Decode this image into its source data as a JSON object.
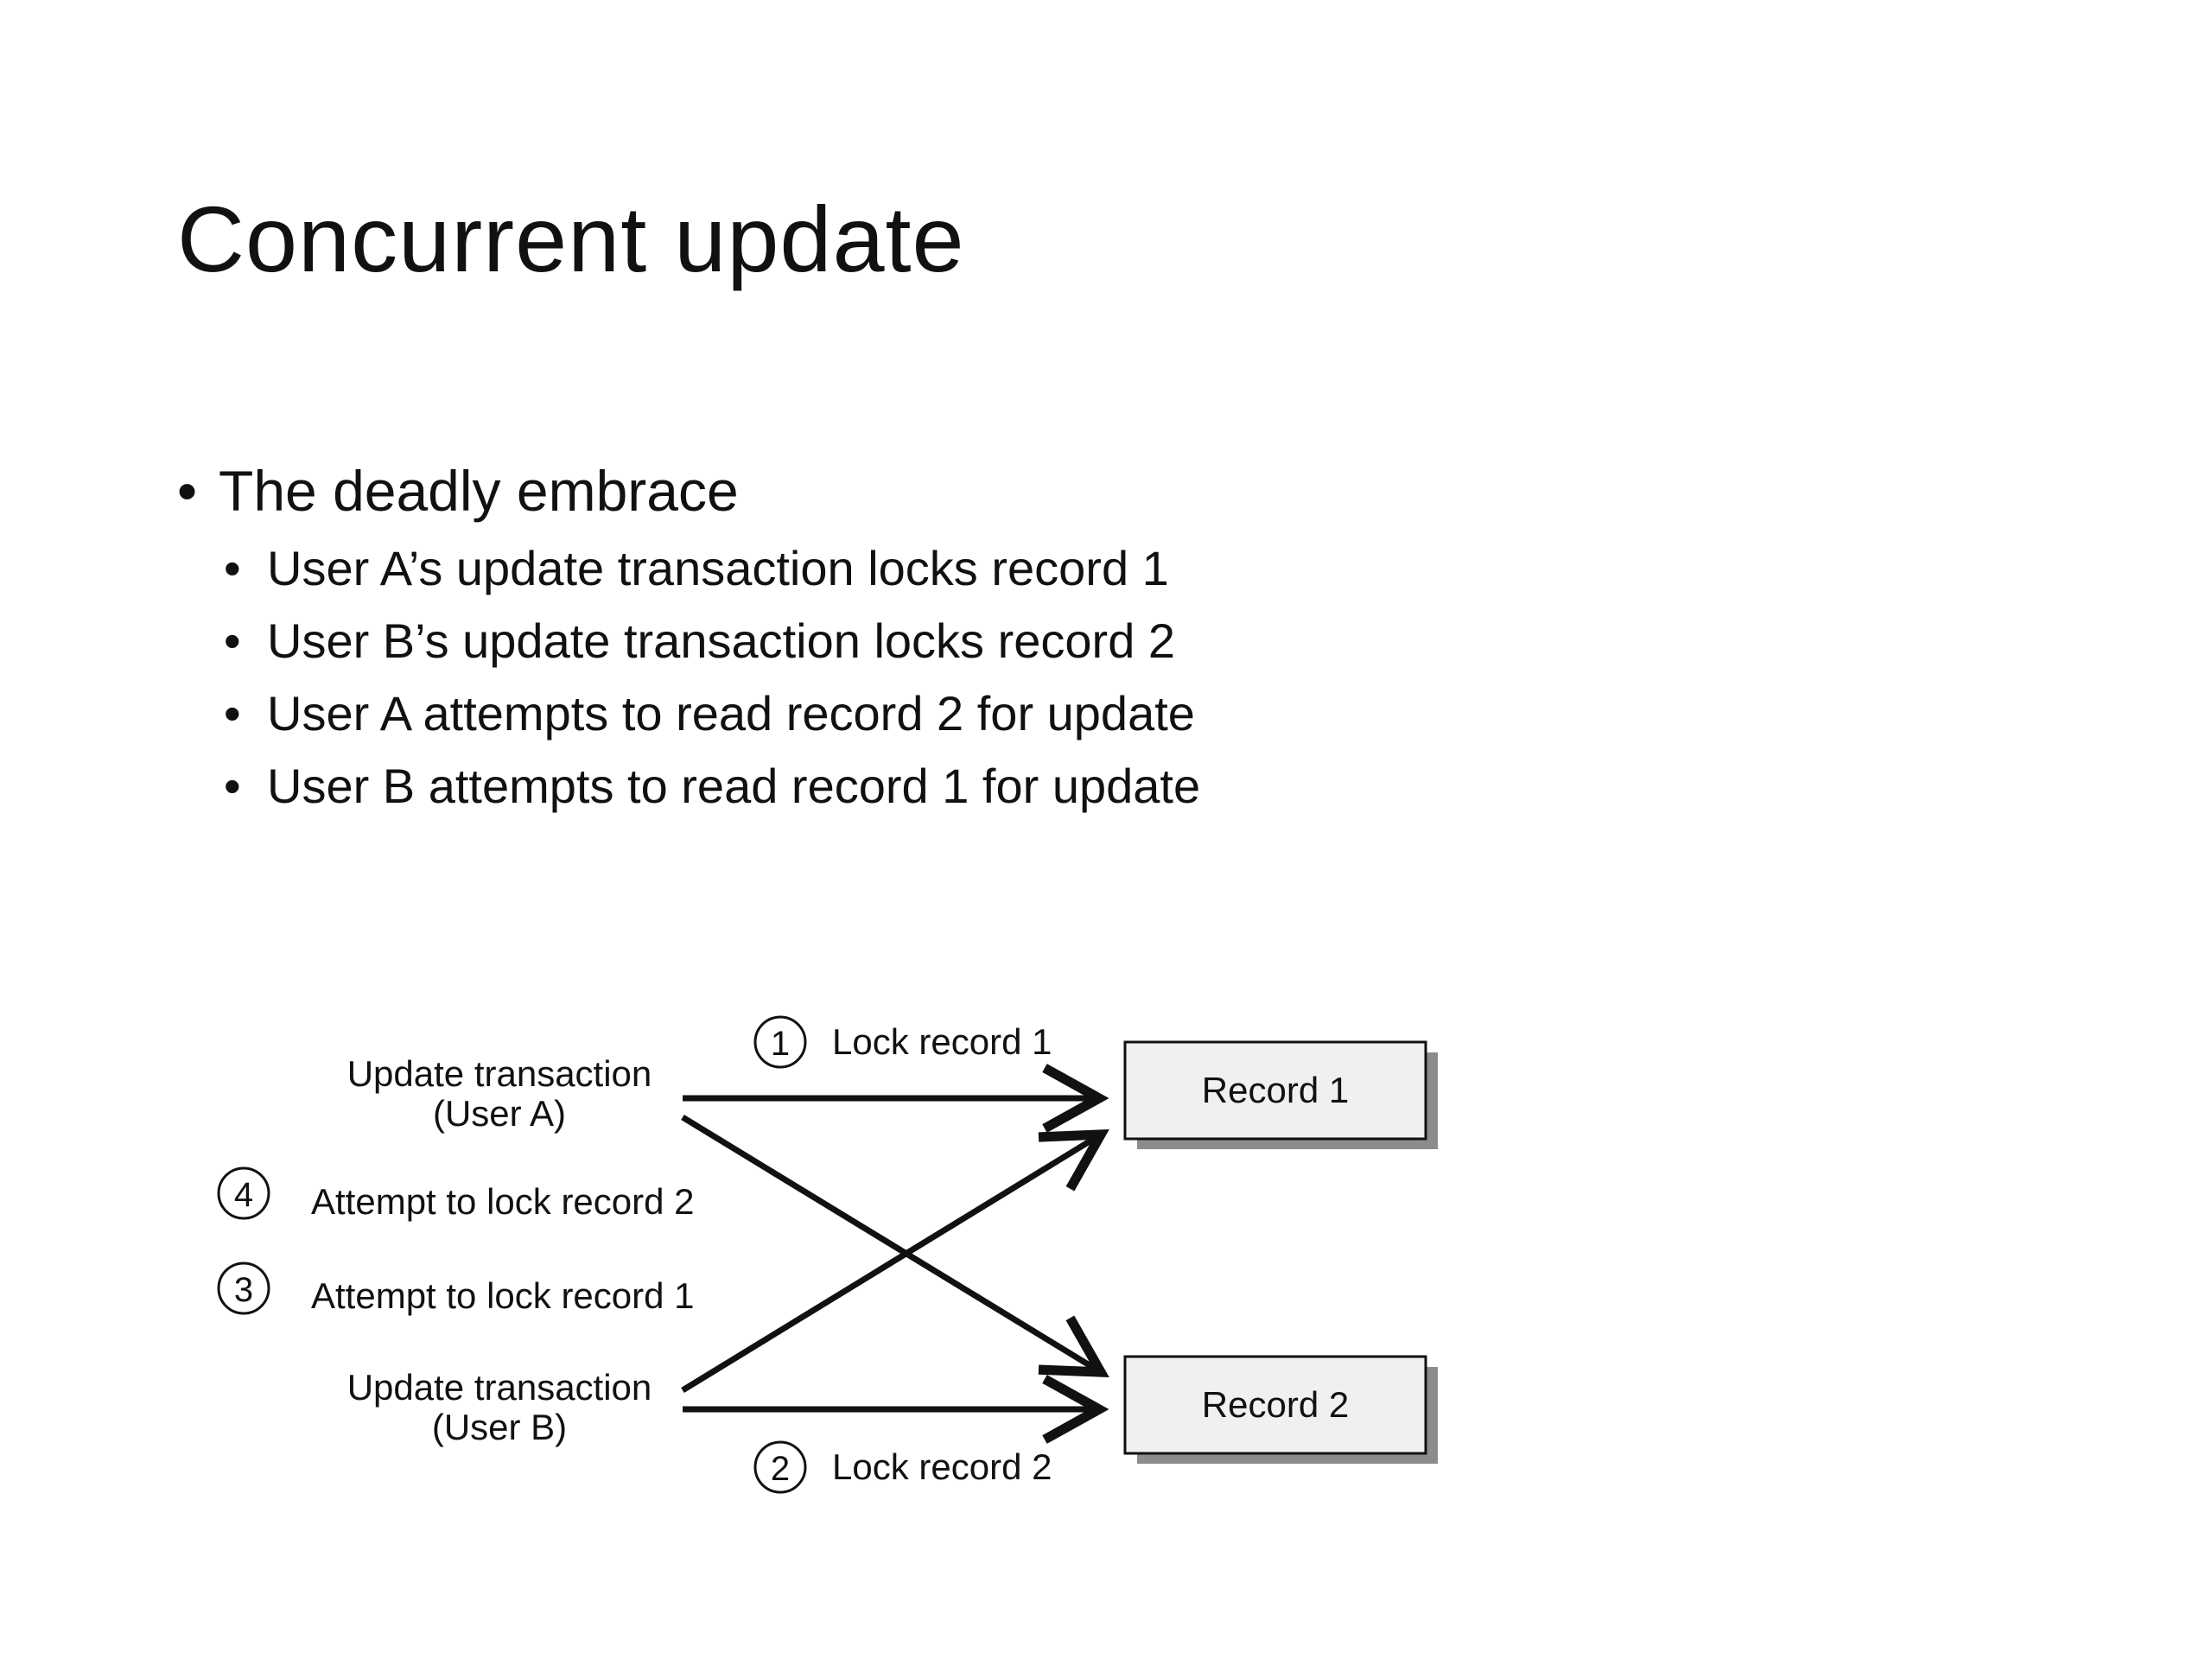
{
  "slide": {
    "title": "Concurrent update",
    "bullet": "The deadly embrace",
    "sub_bullets": [
      "User A’s update transaction locks record 1",
      "User B’s update transaction locks record 2",
      "User A attempts to read record 2 for update",
      "User B attempts to read record 1 for update"
    ]
  },
  "diagram": {
    "user_a_line1": "Update transaction",
    "user_a_line2": "(User A)",
    "user_b_line1": "Update transaction",
    "user_b_line2": "(User B)",
    "record_1": "Record 1",
    "record_2": "Record 2",
    "step_1_number": "1",
    "step_1_label": "Lock record 1",
    "step_2_number": "2",
    "step_2_label": "Lock record 2",
    "step_3_number": "3",
    "step_3_label": "Attempt to lock record 1",
    "step_4_number": "4",
    "step_4_label": "Attempt to lock record 2"
  }
}
